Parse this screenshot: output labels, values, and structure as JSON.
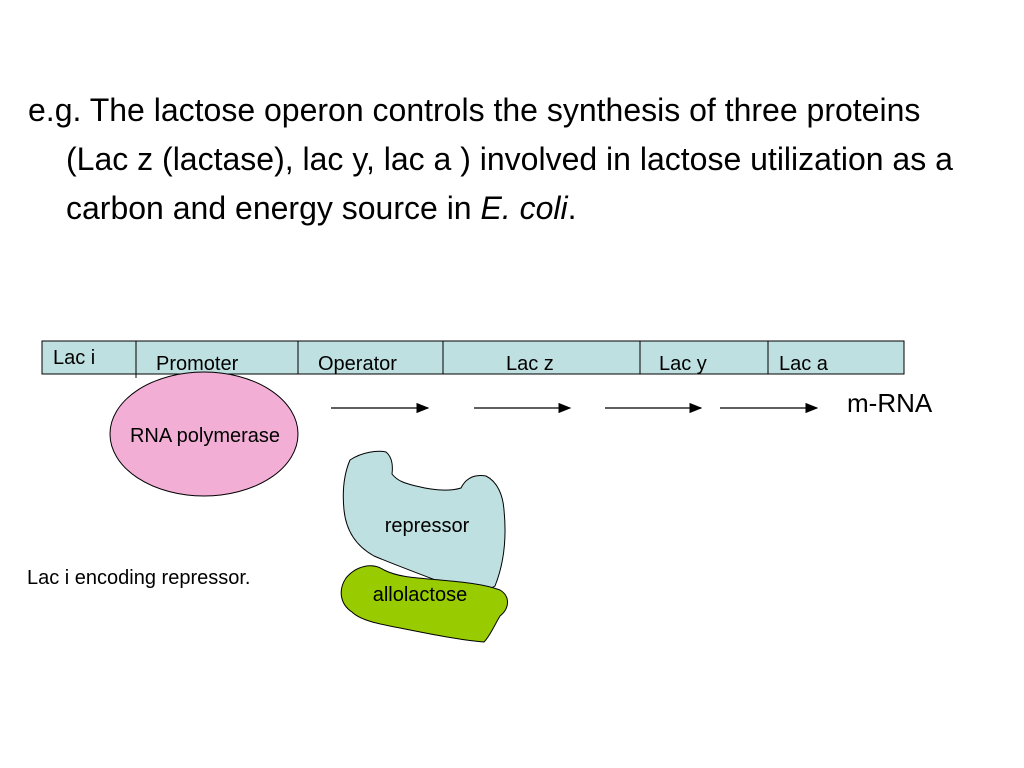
{
  "text": {
    "line1": "e.g. The lactose operon controls the synthesis of three proteins (Lac z (lactase), lac y, lac a ) involved in lactose utilization as a carbon and energy source in ",
    "species": "E. coli",
    "end": "."
  },
  "genes": {
    "lac_i": "Lac i",
    "promoter": "Promoter",
    "operator": "Operator",
    "lac_z": "Lac z",
    "lac_y": "Lac y",
    "lac_a": "Lac a"
  },
  "labels": {
    "mrna": "m-RNA",
    "rna_polymerase": "RNA polymerase",
    "repressor": "repressor",
    "allolactose": "allolactose",
    "lac_i_note": "Lac i encoding repressor."
  },
  "colors": {
    "gene_fill": "#bfe0e0",
    "polymerase_fill": "#f3aed6",
    "repressor_fill": "#bfe0e0",
    "allolactose_fill": "#99cc00"
  }
}
